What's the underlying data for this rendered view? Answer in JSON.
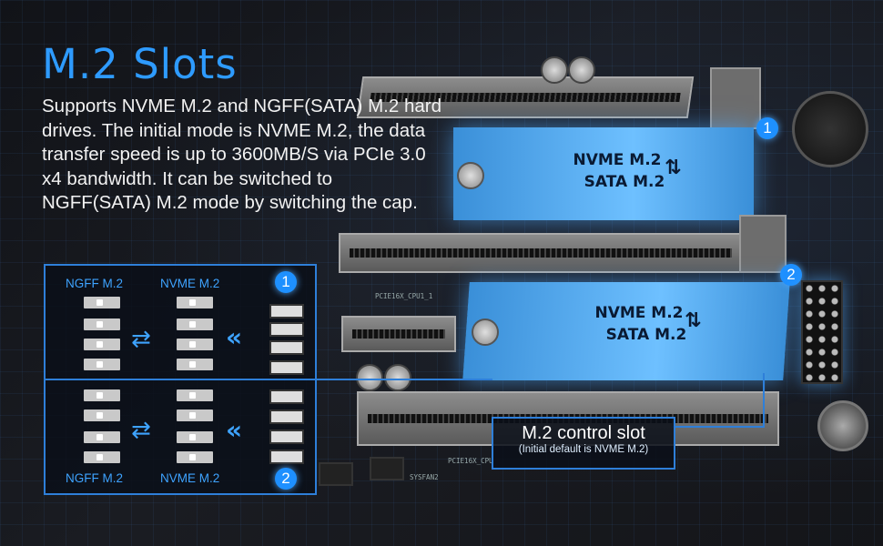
{
  "title": "M.2 Slots",
  "description": "Supports NVME M.2 and NGFF(SATA) M.2 hard drives. The initial mode is NVME M.2, the data transfer speed is up to 3600MB/S via PCIe 3.0 x4 bandwidth. It can be switched to NGFF(SATA) M.2 mode by switching the cap.",
  "slots": [
    {
      "badge": "1",
      "line1": "NVME M.2",
      "line2": "SATA M.2",
      "arrows": "⇅"
    },
    {
      "badge": "2",
      "line1": "NVME M.2",
      "line2": "SATA M.2",
      "arrows": "⇅"
    }
  ],
  "diagram": {
    "top_left_header": "NGFF M.2",
    "top_right_header": "NVME M.2",
    "bottom_left_header": "NGFF M.2",
    "bottom_right_header": "NVME M.2",
    "badge_top": "1",
    "badge_bottom": "2",
    "swap_icon": "⇄",
    "chevron_icon": "«"
  },
  "control_slot": {
    "title": "M.2 control slot",
    "note": "(Initial default is NVME M.2)"
  },
  "silkscreen": {
    "pcie_top": "PCIE16X_CPU1_1",
    "pcie_bottom": "PCIE16X_CPU",
    "fan": "SYSFAN2"
  },
  "colors": {
    "accent": "#2e9bff",
    "m2_slot": "#5ab0f5"
  }
}
